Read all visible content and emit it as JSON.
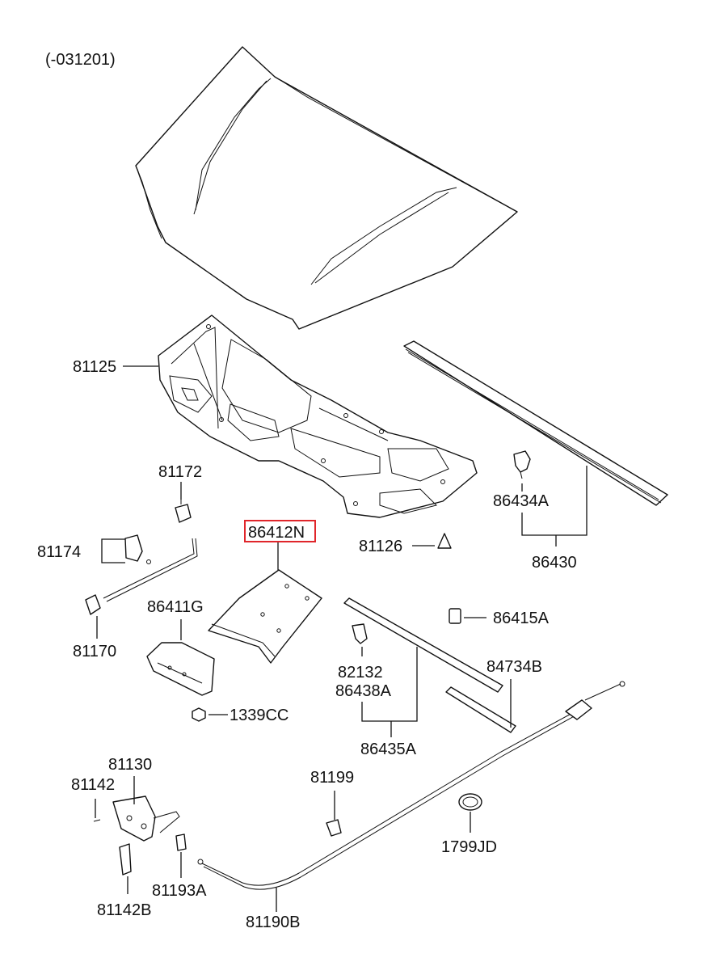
{
  "diagram": {
    "version_note": "(-031201)",
    "highlight_color": "#e0262b",
    "labels": {
      "p81125": "81125",
      "p81172": "81172",
      "p81174": "81174",
      "p81170": "81170",
      "p86412N": "86412N",
      "p86411G": "86411G",
      "p1339CC": "1339CC",
      "p81126": "81126",
      "p86434A": "86434A",
      "p86430": "86430",
      "p86415A": "86415A",
      "p82132": "82132",
      "p86438A": "86438A",
      "p84734B": "84734B",
      "p86435A": "86435A",
      "p81130": "81130",
      "p81142": "81142",
      "p81199": "81199",
      "p1799JD": "1799JD",
      "p81142B": "81142B",
      "p81193A": "81193A",
      "p81190B": "81190B"
    }
  }
}
